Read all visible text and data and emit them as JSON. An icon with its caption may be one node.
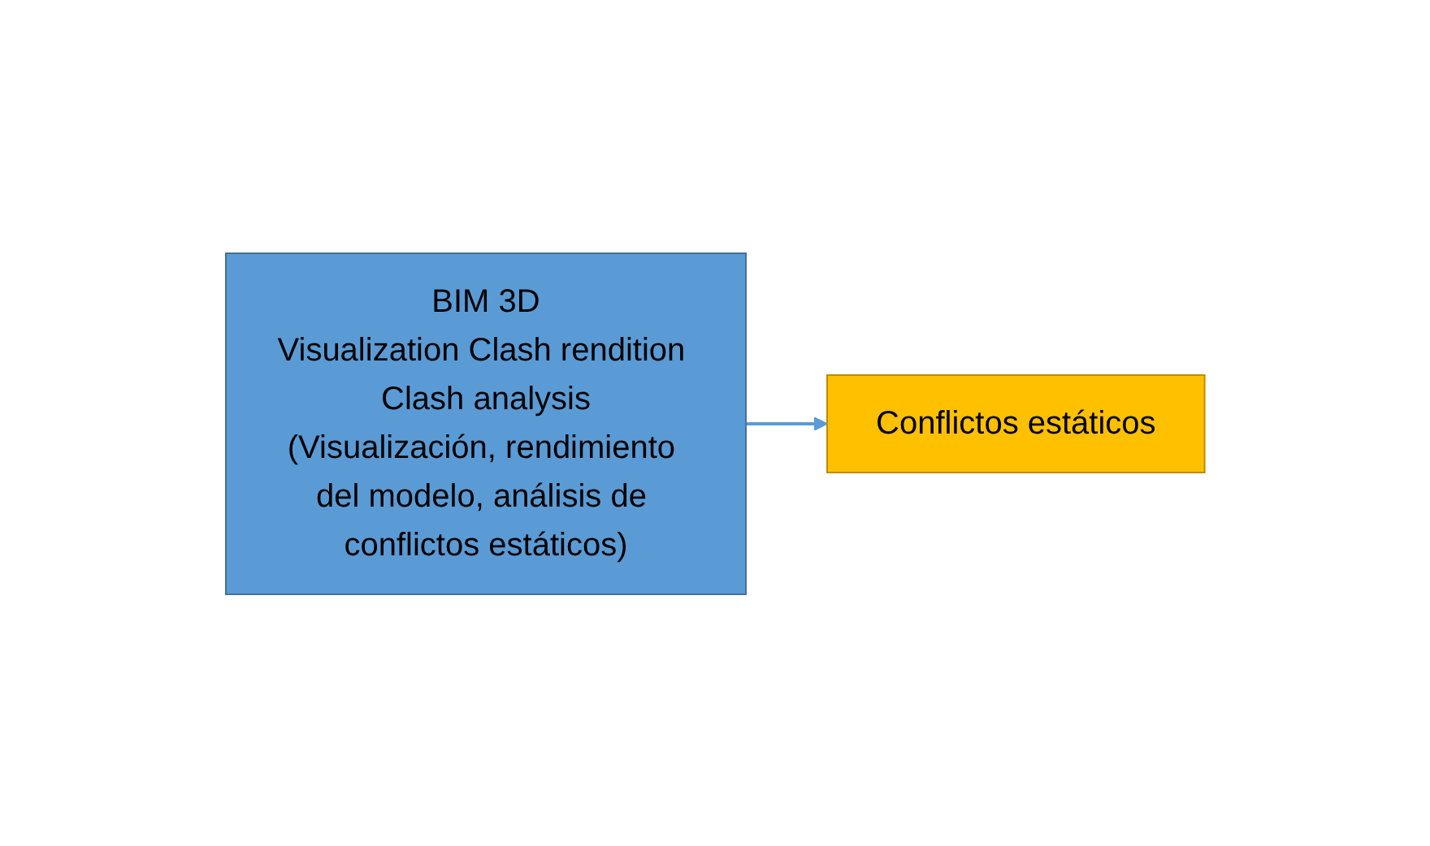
{
  "diagram": {
    "nodes": [
      {
        "text": [
          "BIM 3D",
          "Visualization Clash rendition Clash analysis",
          "(Visualización, rendimiento del modelo, análisis de conflictos estáticos)"
        ]
      },
      {
        "text": [
          "Conflictos estáticos"
        ]
      }
    ],
    "edges": [
      {
        "from": 0,
        "to": 1,
        "arrow": "to",
        "color": "#5b9bd5"
      }
    ]
  }
}
